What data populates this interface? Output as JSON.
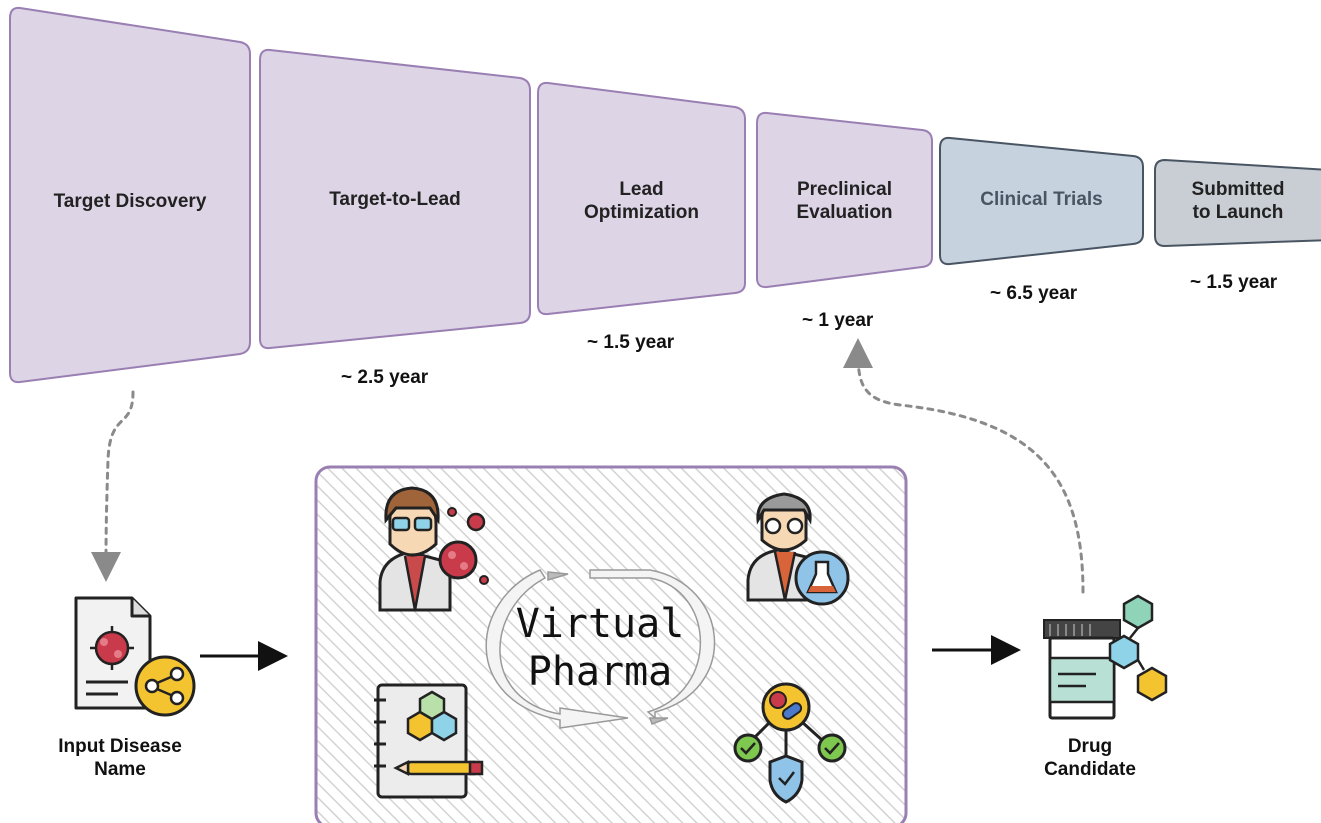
{
  "stages": [
    {
      "label": "Target Discovery",
      "duration": "",
      "color": "#ddd4e6"
    },
    {
      "label": "Target-to-Lead",
      "duration": "~ 2.5 year",
      "color": "#ddd4e6"
    },
    {
      "label": "Lead\nOptimization",
      "duration": "~ 1.5 year",
      "color": "#ddd4e6"
    },
    {
      "label": "Preclinical\nEvaluation",
      "duration": "~ 1 year",
      "color": "#ddd4e6"
    },
    {
      "label": "Clinical Trials",
      "duration": "~ 6.5 year",
      "color": "#c6d3df"
    },
    {
      "label": "Submitted\nto Launch",
      "duration": "~ 1.5 year",
      "color": "#c8ced4"
    }
  ],
  "flow": {
    "input_label": "Input Disease\nName",
    "center_title": "Virtual\nPharma",
    "output_label": "Drug\nCandidate"
  },
  "colors": {
    "stage_border": "#9a7fb3",
    "clinical_border": "#4a5563",
    "arrow_dashed": "#8a8a8a",
    "hatch": "#d0d0d0",
    "box_border": "#9a7fb3"
  },
  "icons": [
    "disease-document-icon",
    "share-icon",
    "scientist-virus-icon",
    "doctor-lab-icon",
    "chemistry-notebook-icon",
    "drug-approval-icon",
    "medicine-bottle-icon"
  ]
}
